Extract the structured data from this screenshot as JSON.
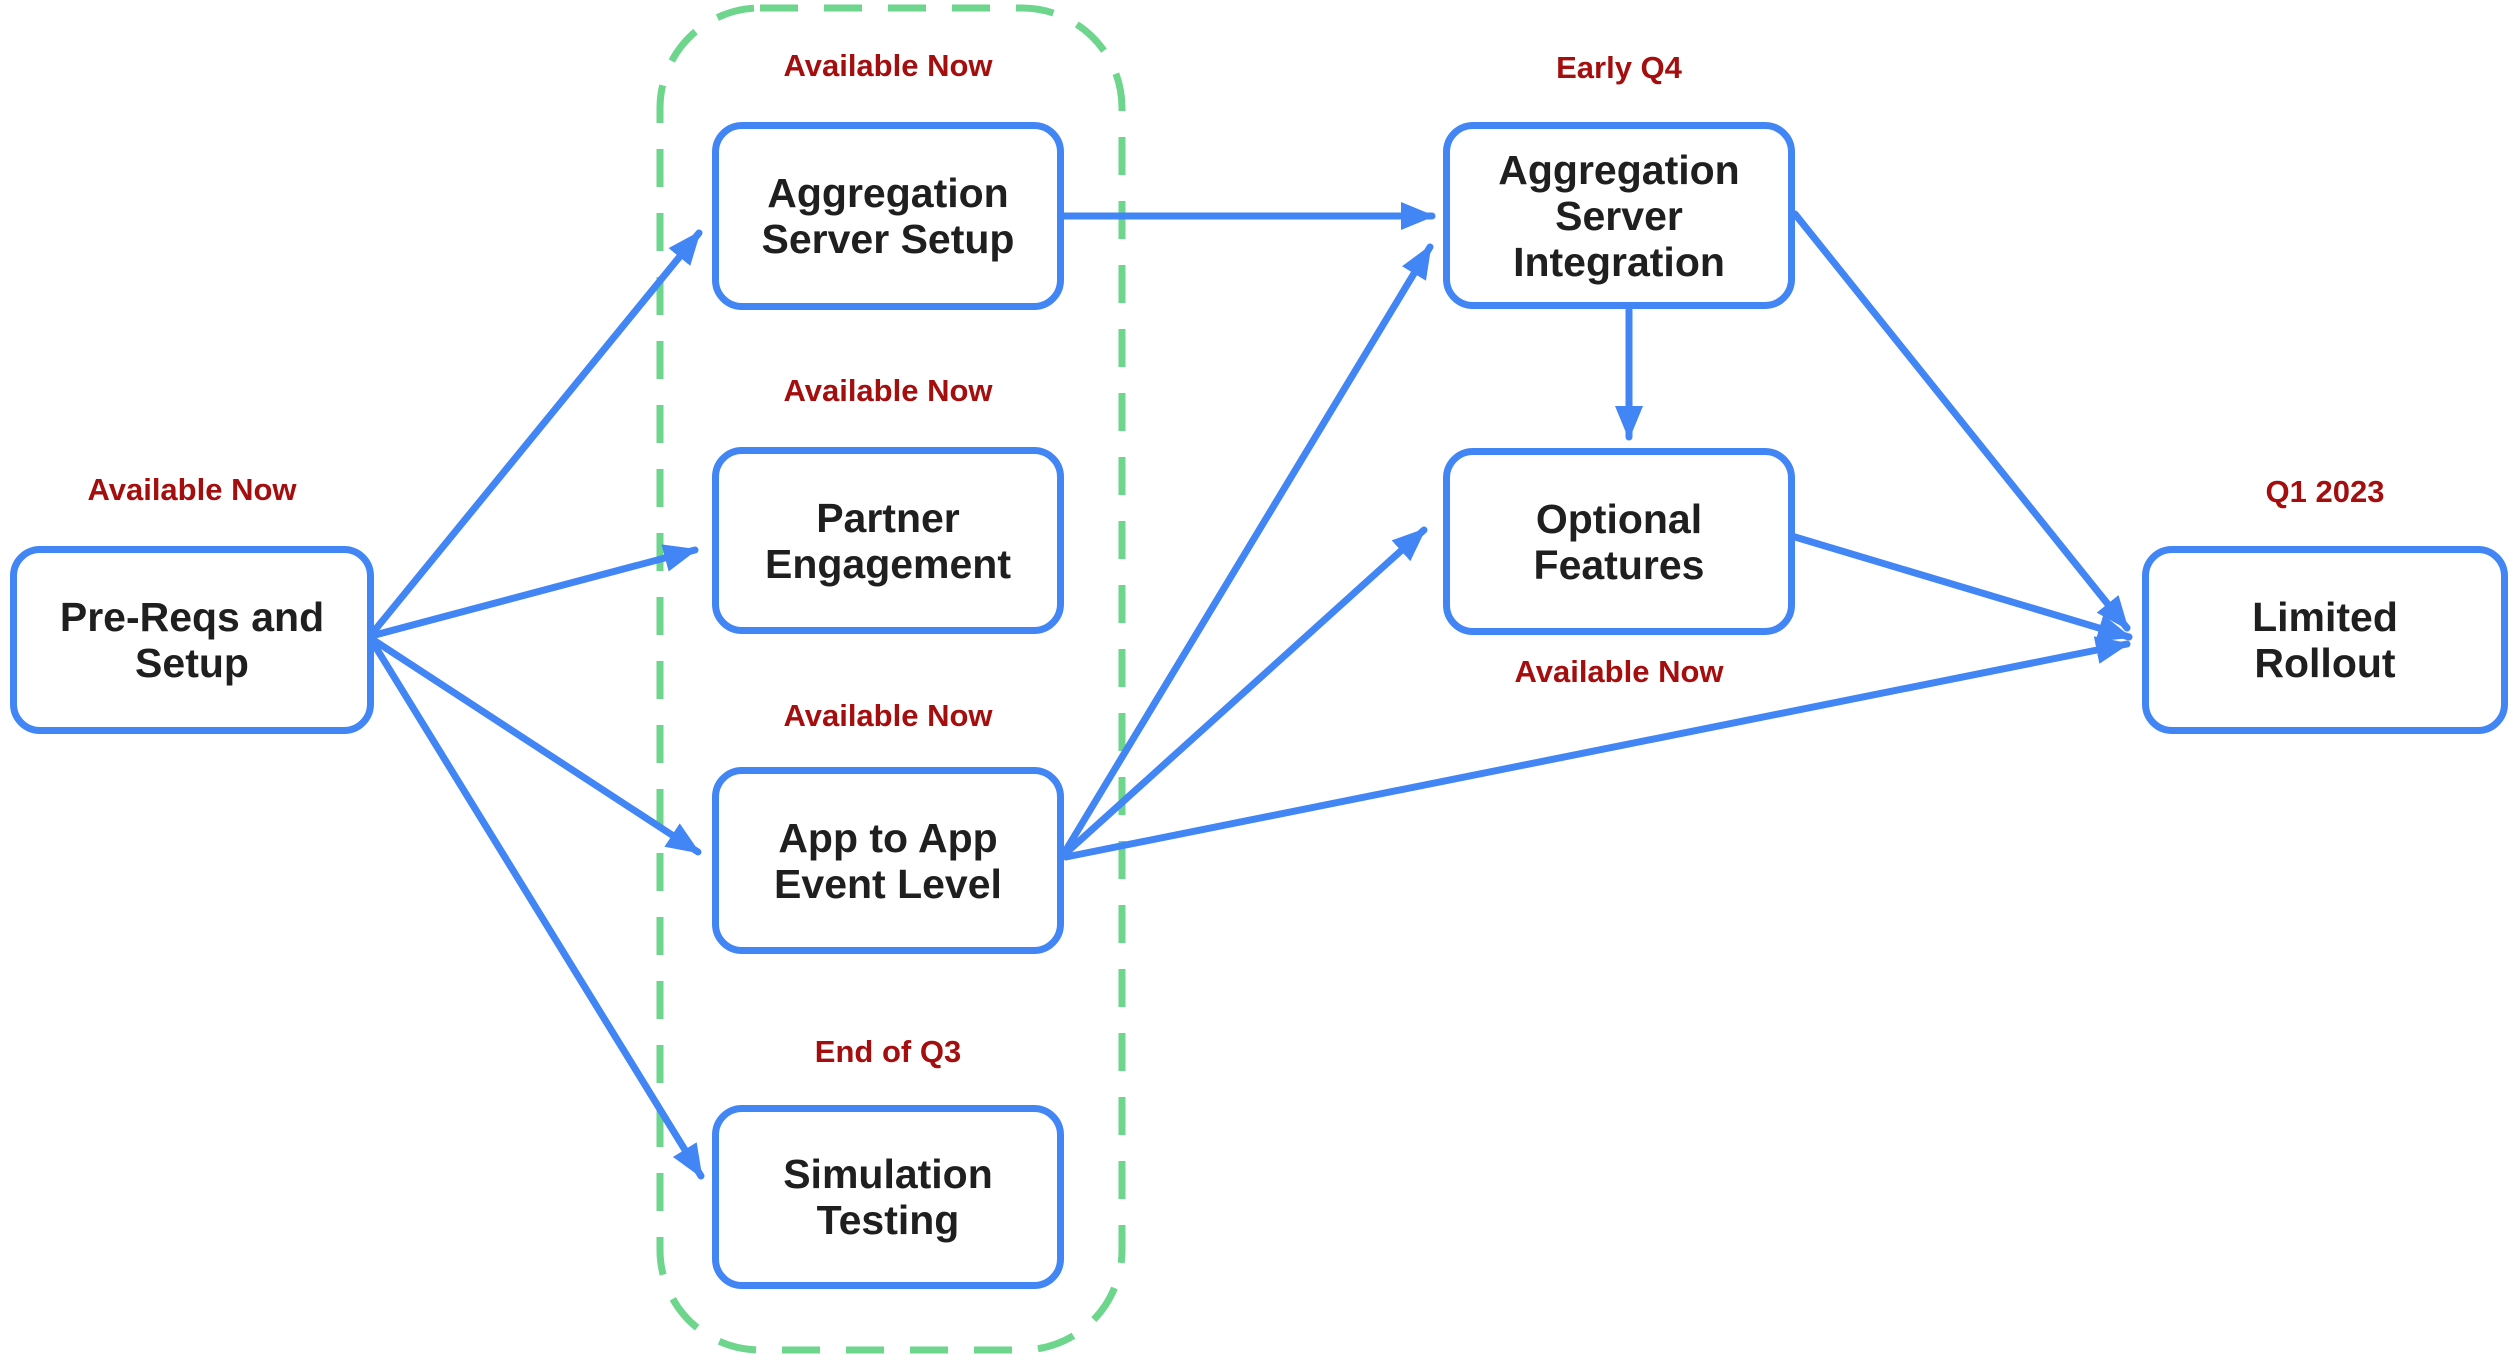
{
  "diagram": {
    "type": "flowchart-roadmap",
    "colors": {
      "node_border": "#4285F4",
      "arrow": "#4285F4",
      "group_outline": "#6DD58C",
      "status_text": "#A50E0E",
      "node_text": "#1F1F1F",
      "background": "#FFFFFF"
    },
    "group": {
      "id": "available-now-group",
      "style": "green-dashed-rounded",
      "members": [
        "aggregation-server-setup",
        "partner-engagement",
        "app-to-app-event-level",
        "simulation-testing"
      ]
    },
    "nodes": [
      {
        "id": "pre-reqs-and-setup",
        "label": "Pre-Reqs and\nSetup",
        "status": "Available Now",
        "status_position": "above"
      },
      {
        "id": "aggregation-server-setup",
        "label": "Aggregation\nServer Setup",
        "status": "Available Now",
        "status_position": "above"
      },
      {
        "id": "partner-engagement",
        "label": "Partner\nEngagement",
        "status": "Available Now",
        "status_position": "above"
      },
      {
        "id": "app-to-app-event-level",
        "label": "App to App\nEvent Level",
        "status": "Available Now",
        "status_position": "above"
      },
      {
        "id": "simulation-testing",
        "label": "Simulation\nTesting",
        "status": "End of Q3",
        "status_position": "above"
      },
      {
        "id": "aggregation-server-integration",
        "label": "Aggregation\nServer\nIntegration",
        "status": "Early Q4",
        "status_position": "above"
      },
      {
        "id": "optional-features",
        "label": "Optional\nFeatures",
        "status": "Available Now",
        "status_position": "below"
      },
      {
        "id": "limited-rollout",
        "label": "Limited\nRollout",
        "status": "Q1 2023",
        "status_position": "above"
      }
    ],
    "edges": [
      {
        "from": "pre-reqs-and-setup",
        "to": "aggregation-server-setup"
      },
      {
        "from": "pre-reqs-and-setup",
        "to": "partner-engagement"
      },
      {
        "from": "pre-reqs-and-setup",
        "to": "app-to-app-event-level"
      },
      {
        "from": "pre-reqs-and-setup",
        "to": "simulation-testing"
      },
      {
        "from": "aggregation-server-setup",
        "to": "aggregation-server-integration"
      },
      {
        "from": "app-to-app-event-level",
        "to": "aggregation-server-integration"
      },
      {
        "from": "app-to-app-event-level",
        "to": "optional-features"
      },
      {
        "from": "app-to-app-event-level",
        "to": "limited-rollout"
      },
      {
        "from": "aggregation-server-integration",
        "to": "optional-features"
      },
      {
        "from": "aggregation-server-integration",
        "to": "limited-rollout"
      },
      {
        "from": "optional-features",
        "to": "limited-rollout"
      }
    ]
  }
}
